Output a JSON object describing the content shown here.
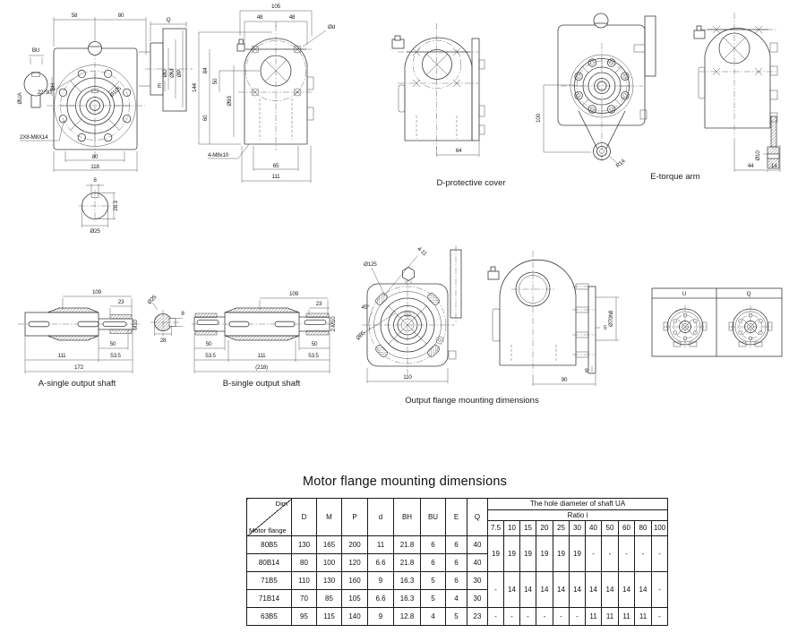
{
  "front_view": {
    "dim_58": "58",
    "dim_80_top": "80",
    "dim_q": "Q",
    "label_bu": "BU",
    "label_bh": "BH",
    "label_dua": "ØUA",
    "angle": "22°30'",
    "bolt_note": "2X8-M8X14",
    "bolt_circle": "Ø105",
    "dim_80_bottom": "80",
    "dim_118": "118",
    "label_dD": "ØD",
    "label_dM": "ØM",
    "label_dP": "ØP",
    "label_e": "E",
    "shaft_dim_8": "8",
    "shaft_dim_283": "28.3",
    "shaft_dim_25": "Ø25"
  },
  "side_view": {
    "dim_105": "105",
    "dim_48_left": "48",
    "dim_48_right": "48",
    "label_dd": "Ød",
    "dim_144": "144",
    "dim_84": "84",
    "dim_50": "50",
    "dim_93": "Ø93",
    "dim_60": "60",
    "bolt_note": "4-M8x10",
    "dim_65": "65",
    "dim_111": "111"
  },
  "protective_cover": {
    "caption": "D-protective cover",
    "dim_64": "64"
  },
  "torque_arm": {
    "caption": "E-torque arm",
    "dim_100": "100",
    "label_r14": "R14",
    "dim_d10": "Ø10",
    "dim_44": "44",
    "dim_14": "14"
  },
  "shaft_a": {
    "caption": "A-single output shaft",
    "dim_109": "109",
    "dim_23": "23",
    "label_m10": "M10",
    "dim_50": "50",
    "dim_535": "53.5",
    "dim_111": "111",
    "dim_172": "172"
  },
  "shaft_section": {
    "dim_d25": "Ø25",
    "dim_28": "28",
    "dim_8": "8"
  },
  "shaft_b": {
    "caption": "B-single output shaft",
    "dim_109": "109",
    "dim_23": "23",
    "label_2m10": "2-M10",
    "dim_50_left": "50",
    "dim_535_left": "53.5",
    "dim_111": "111",
    "dim_50_right": "50",
    "dim_535_right": "53.5",
    "dim_218": "(218)"
  },
  "output_flange": {
    "caption": "Output flange mounting dimensions",
    "dim_d125": "Ø125",
    "holes": "4-11",
    "angle_45": "45°",
    "dim_d85": "Ø85",
    "dim_110": "110",
    "dim_d70": "Ø70h8",
    "dim_5": "5",
    "dim_9": "9",
    "dim_90": "90"
  },
  "uq_panel": {
    "u": "U",
    "q": "Q"
  },
  "table": {
    "title": "Motor flange mounting dimensions",
    "corner_top": "Dim",
    "corner_bottom": "Motor flange",
    "columns": [
      "D",
      "M",
      "P",
      "d",
      "BH",
      "BU",
      "E",
      "Q"
    ],
    "hole_header": "The hole diameter of shaft UA",
    "ratio_header": "Ratio i",
    "ratio_columns": [
      "7.5",
      "10",
      "15",
      "20",
      "25",
      "30",
      "40",
      "50",
      "60",
      "80",
      "100"
    ],
    "rows": [
      {
        "flange": "80B5",
        "values": [
          "130",
          "165",
          "200",
          "11",
          "21.8",
          "6",
          "6",
          "40"
        ]
      },
      {
        "flange": "80B14",
        "values": [
          "80",
          "100",
          "120",
          "6.6",
          "21.8",
          "6",
          "6",
          "40"
        ]
      },
      {
        "flange": "71B5",
        "values": [
          "110",
          "130",
          "160",
          "9",
          "16.3",
          "5",
          "6",
          "30"
        ]
      },
      {
        "flange": "71B14",
        "values": [
          "70",
          "85",
          "105",
          "6.6",
          "16.3",
          "5",
          "4",
          "30"
        ]
      },
      {
        "flange": "63B5",
        "values": [
          "95",
          "115",
          "140",
          "9",
          "12.8",
          "4",
          "5",
          "23"
        ]
      }
    ],
    "ratio_rows": [
      {
        "values": [
          "19",
          "19",
          "19",
          "19",
          "19",
          "19",
          "-",
          "-",
          "-",
          "-",
          "-"
        ]
      },
      {
        "values": [
          "-",
          "14",
          "14",
          "14",
          "14",
          "14",
          "14",
          "14",
          "14",
          "14",
          "-"
        ]
      },
      {
        "values": [
          "-",
          "-",
          "-",
          "-",
          "-",
          "-",
          "11",
          "11",
          "11",
          "11",
          "-"
        ]
      }
    ]
  }
}
